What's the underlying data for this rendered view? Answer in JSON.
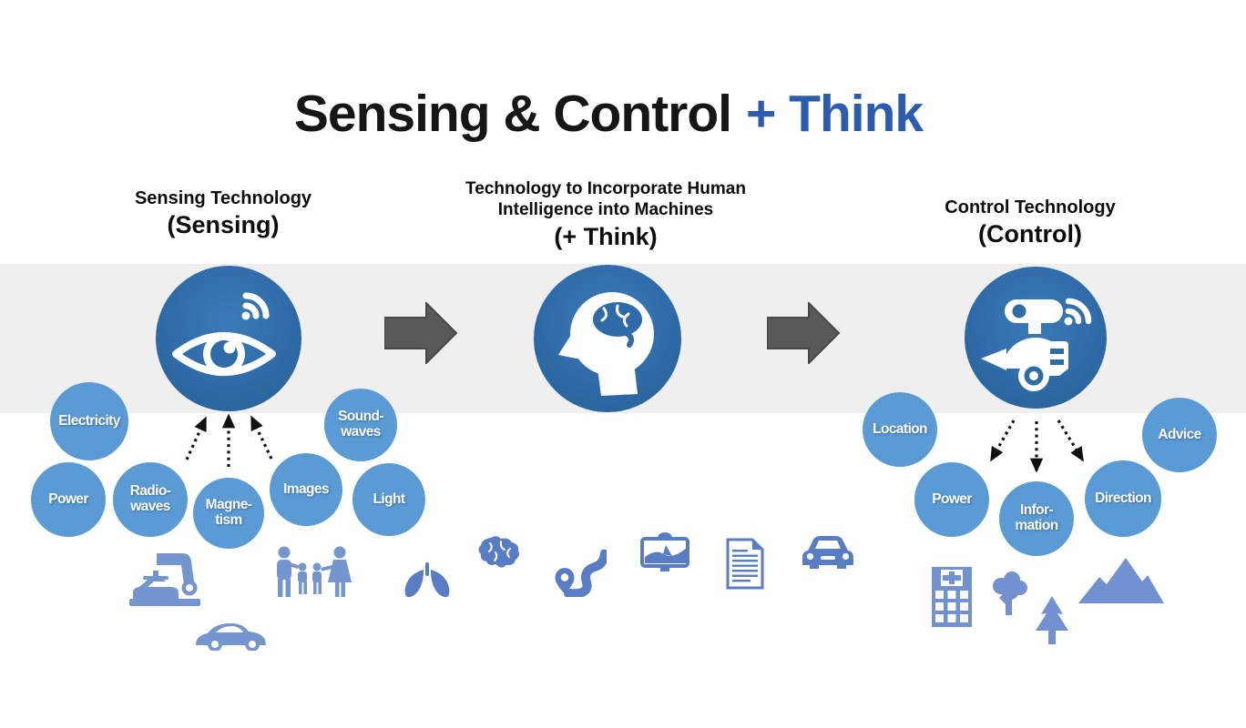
{
  "title": {
    "main": "Sensing & Control",
    "accent": "+ Think"
  },
  "sections": {
    "sensing": {
      "header": "Sensing Technology",
      "subheader": "(Sensing)",
      "icon": "eye-sensor-icon"
    },
    "think": {
      "header": "Technology to Incorporate Human\nIntelligence into Machines",
      "subheader": "(+ Think)",
      "icon": "head-brain-icon"
    },
    "control": {
      "header": "Control Technology",
      "subheader": "(Control)",
      "icon": "robot-icon"
    }
  },
  "inputs": [
    "Electricity",
    "Power",
    "Radio-\nwaves",
    "Magne-\ntism",
    "Images",
    "Sound-\nwaves",
    "Light"
  ],
  "outputs": [
    "Location",
    "Power",
    "Infor-\nmation",
    "Direction",
    "Advice"
  ],
  "bottom_icons": {
    "left": [
      "robot-arm-car",
      "car-side",
      "family"
    ],
    "middle": [
      "lungs",
      "brain",
      "route-pin",
      "gps-device",
      "document",
      "car-front"
    ],
    "right": [
      "hospital",
      "tree",
      "pine-tree",
      "mountains"
    ]
  },
  "colors": {
    "title_accent": "#2B5CAD",
    "main_circle": "#2F6BA8",
    "bubble": "#5B9BD5",
    "band": "#EFEFEF",
    "flow_arrow": "#595959",
    "icon_left": "#7495CE",
    "icon_middle": "#597DC5",
    "icon_right": "#7191D0",
    "dashed_arrow": "#111111"
  }
}
